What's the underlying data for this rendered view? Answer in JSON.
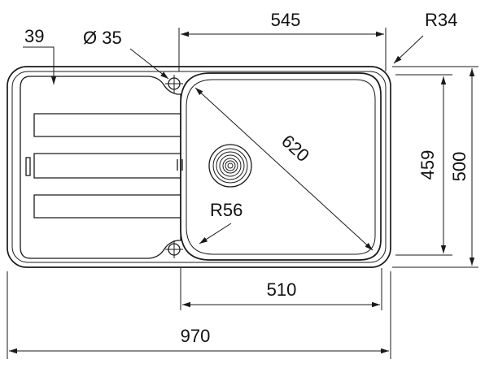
{
  "drawing": {
    "ink_color": "#1a1a1a",
    "background": "#ffffff",
    "dimensions": {
      "drainer_offset": "39",
      "tap_hole_diameter": "Ø 35",
      "bowl_length": "545",
      "corner_radius_outer": "R34",
      "bowl_diagonal": "620",
      "bowl_inner_width": "459",
      "overall_width": "500",
      "bowl_corner_radius": "R56",
      "bowl_bottom_length": "510",
      "overall_length": "970"
    }
  }
}
